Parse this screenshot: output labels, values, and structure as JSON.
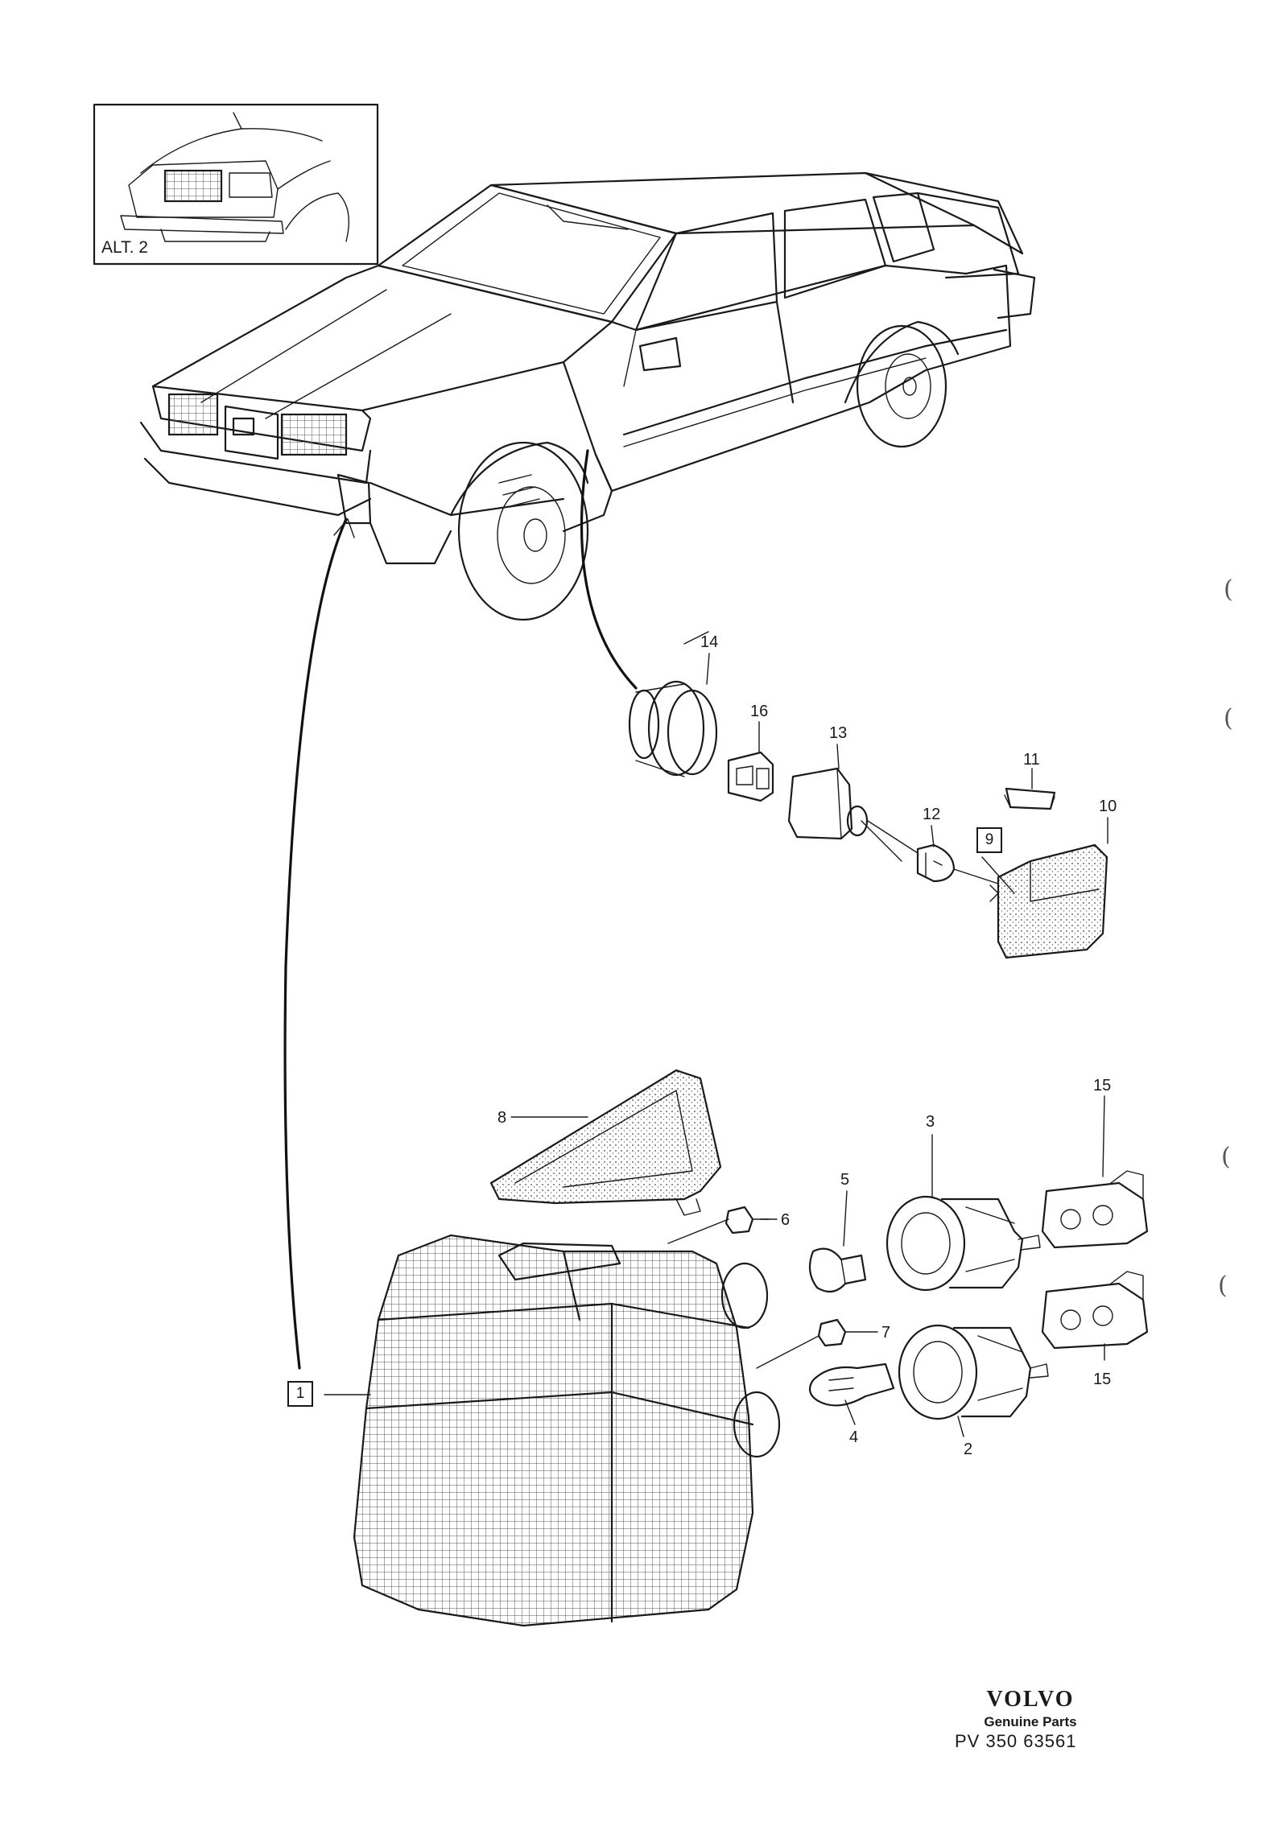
{
  "inset": {
    "label": "ALT. 2"
  },
  "callouts": {
    "c1": "1",
    "c2": "2",
    "c3": "3",
    "c4": "4",
    "c5": "5",
    "c6": "6",
    "c7": "7",
    "c8": "8",
    "c9": "9",
    "c10": "10",
    "c11": "11",
    "c12": "12",
    "c13": "13",
    "c14": "14",
    "c15a": "15",
    "c15b": "15",
    "c16": "16"
  },
  "brand": {
    "name": "VOLVO",
    "subtitle": "Genuine Parts",
    "part_number": "PV  350  63561"
  },
  "margin_marks": [
    "(",
    "(",
    "(",
    "("
  ]
}
